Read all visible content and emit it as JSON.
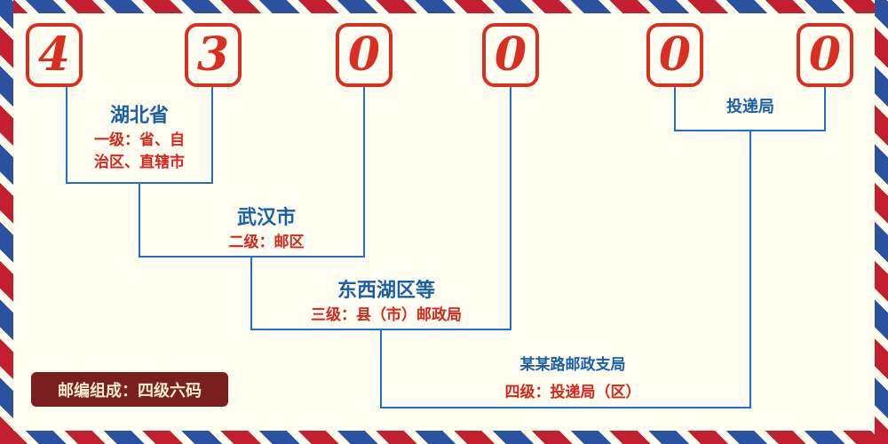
{
  "postal_code": {
    "digits": [
      "4",
      "3",
      "0",
      "0",
      "0",
      "0"
    ]
  },
  "levels": [
    {
      "name": "湖北省",
      "desc_line1": "一级：省、自",
      "desc_line2": "治区、直辖市"
    },
    {
      "name": "武汉市",
      "desc": "二级：邮区"
    },
    {
      "name": "东西湖区等",
      "desc": "三级：县（市）邮政局"
    },
    {
      "name": "某某路邮政支局",
      "desc": "四级：投递局（区）"
    },
    {
      "name": "投递局"
    }
  ],
  "footer": {
    "composition": "邮编组成：四级六码"
  },
  "colors": {
    "digit_red": "#d92f22",
    "label_blue": "#1a5fa8",
    "desc_red": "#d7261d",
    "line_blue": "#2171c7",
    "border_red": "#c3202f",
    "border_blue": "#2a52a0",
    "background": "#fffef0",
    "footer_bg": "#7a1f1f",
    "footer_text": "#f7ecd2"
  }
}
